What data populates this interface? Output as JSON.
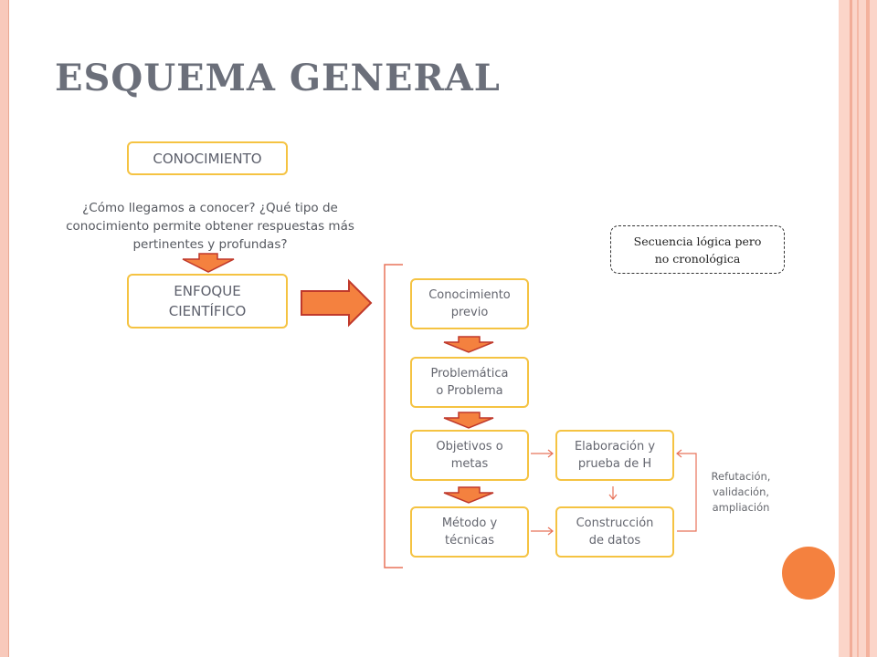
{
  "slide": {
    "title": "ESQUEMA GENERAL",
    "conocimiento": "CONOCIMIENTO",
    "question": "¿Cómo llegamos a conocer? ¿Qué tipo de conocimiento permite obtener respuestas más pertinentes y profundas?",
    "enfoque_line1": "ENFOQUE",
    "enfoque_line2": "CIENTÍFICO",
    "note_line1": "Secuencia lógica pero",
    "note_line2": "no cronológica",
    "steps": {
      "previo": [
        "Conocimiento",
        "previo"
      ],
      "problema": [
        "Problemática",
        "o Problema"
      ],
      "objetivos": [
        "Objetivos o",
        "metas"
      ],
      "metodo": [
        "Método y",
        "técnicas"
      ],
      "hipotesis": [
        "Elaboración y",
        "prueba de H"
      ],
      "datos": [
        "Construcción",
        "de datos"
      ]
    },
    "refutacion": [
      "Refutación,",
      "validación,",
      "ampliación"
    ]
  },
  "colors": {
    "box_border": "#f5c342",
    "arrow_fill": "#f4813f",
    "arrow_stroke": "#c0392b",
    "bracket": "#e8735a",
    "title": "#6b6f7a",
    "accent_circle": "#f4813f"
  },
  "icons": {
    "flow_arrow": "down-arrow-icon",
    "big_arrow": "right-arrow-icon"
  }
}
